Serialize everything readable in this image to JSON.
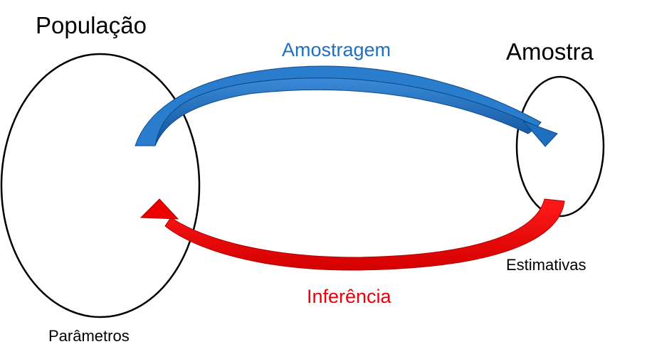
{
  "diagram": {
    "population": {
      "title": "População",
      "caption": "Parâmetros"
    },
    "sample": {
      "title": "Amostra",
      "caption": "Estimativas"
    },
    "arrows": {
      "sampling": {
        "label": "Amostragem",
        "color": "#1f6fbf"
      },
      "inference": {
        "label": "Inferência",
        "color": "#e8000b"
      }
    },
    "outline_color": "#000000"
  }
}
